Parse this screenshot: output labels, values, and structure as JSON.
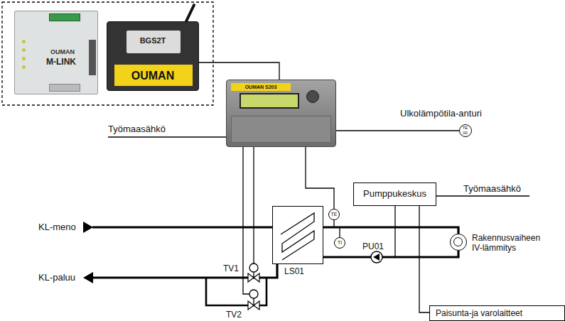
{
  "diagram": {
    "nodes": [
      {
        "text": [
          "OUMAN",
          "M-LINK"
        ]
      },
      {
        "text": [
          "BGS2T",
          "OUMAN"
        ]
      },
      {
        "text": [
          "OUMAN S203"
        ]
      },
      {
        "text": [
          "TE 00"
        ]
      },
      {
        "text": [
          "Pumppukeskus"
        ]
      },
      {
        "text": [
          "TE"
        ]
      },
      {
        "text": [
          "LS01"
        ]
      },
      {
        "text": [
          "TI"
        ]
      },
      {
        "text": [
          "Rakennusvaiheen IV-lämmitys"
        ]
      },
      {
        "text": [
          "Paisunta-ja varolaitteet"
        ]
      }
    ],
    "edges": [
      {
        "from": 1,
        "to": 2,
        "arrow": "none"
      },
      {
        "from": 2,
        "to": 3,
        "arrow": "none"
      },
      {
        "from": 2,
        "to": 5,
        "arrow": "none"
      },
      {
        "from": 6,
        "to": 8,
        "arrow": "none"
      },
      {
        "from": 8,
        "to": 6,
        "arrow": "none"
      },
      {
        "from": 4,
        "to": 9,
        "arrow": "none"
      }
    ],
    "labels": [
      "Työmaasähkö",
      "Ulkolämpötila-anturi",
      "Työmaasähkö",
      "KL-meno",
      "KL-paluu",
      "TV1",
      "TV2",
      "PU01"
    ]
  }
}
